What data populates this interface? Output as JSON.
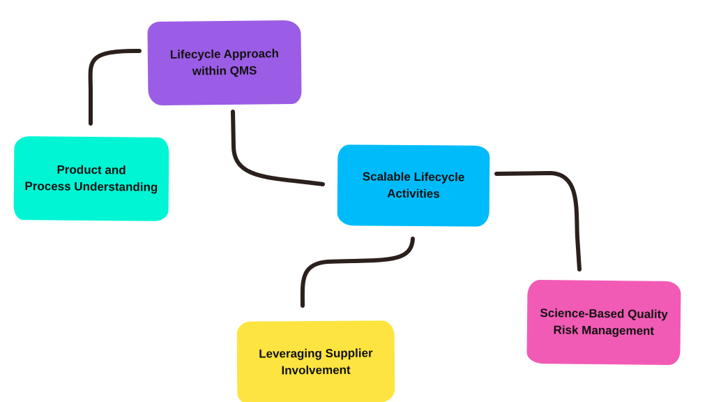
{
  "nodes": {
    "lifecycle": {
      "line1": "Lifecycle Approach",
      "line2": "within QMS",
      "color": "#9B5DE5"
    },
    "product": {
      "line1": "Product and",
      "line2": "Process Understanding",
      "color": "#00F5D4"
    },
    "scalable": {
      "line1": "Scalable Lifecycle",
      "line2": "Activities",
      "color": "#00BBF9"
    },
    "supplier": {
      "line1": "Leveraging Supplier",
      "line2": "Involvement",
      "color": "#FEE440"
    },
    "science": {
      "line1": "Science-Based Quality",
      "line2": "Risk Management",
      "color": "#F15BB5"
    }
  },
  "connector_color": "#2B201C"
}
